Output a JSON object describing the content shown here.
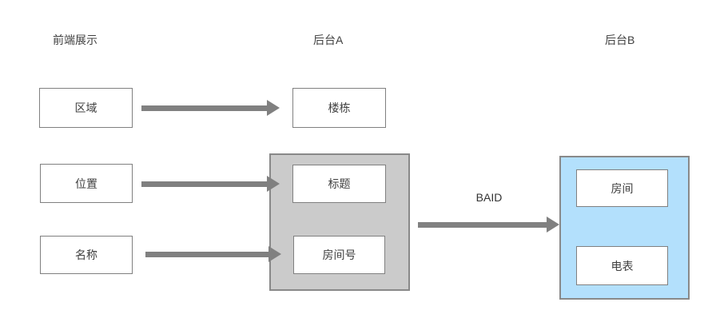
{
  "headers": {
    "frontend": "前端展示",
    "backend_a": "后台A",
    "backend_b": "后台B"
  },
  "nodes": {
    "area": "区域",
    "building": "楼栋",
    "position": "位置",
    "title": "标题",
    "name": "名称",
    "room_number": "房间号",
    "room": "房间",
    "meter": "电表"
  },
  "arrows": {
    "baid_label": "BAID"
  },
  "colors": {
    "background": "#ffffff",
    "text": "#3f3f3f",
    "node_fill": "#ffffff",
    "node_border": "#808080",
    "arrow": "#808080",
    "group_a_fill": "#cbcbcb",
    "group_b_fill": "#b3e0fc",
    "group_border": "#898989"
  }
}
